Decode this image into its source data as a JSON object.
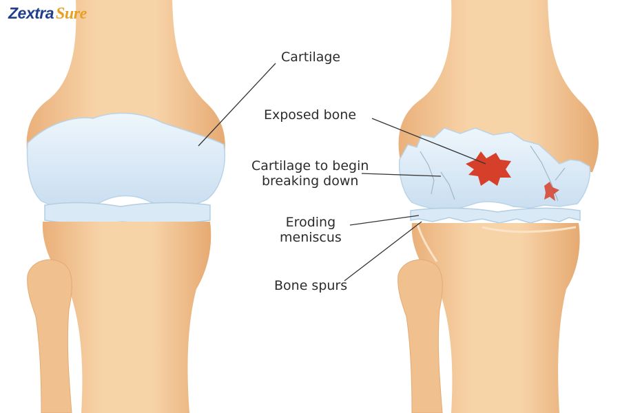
{
  "brand": {
    "name_part1": "Zextra",
    "name_part2": "Sure"
  },
  "labels": {
    "cartilage": "Cartilage",
    "exposed_bone": "Exposed bone",
    "cartilage_break_line1": "Cartilage to begin",
    "cartilage_break_line2": "breaking down",
    "meniscus_line1": "Eroding",
    "meniscus_line2": "meniscus",
    "bone_spurs": "Bone spurs"
  },
  "colors": {
    "bone": "#f4c99c",
    "bone_shadow": "#e9b27c",
    "cartilage": "#dcebf6",
    "cartilage_edge": "#b9d3e8",
    "lesion": "#d6402a",
    "brand_primary": "#1f3f8c",
    "brand_accent": "#e8a020"
  }
}
